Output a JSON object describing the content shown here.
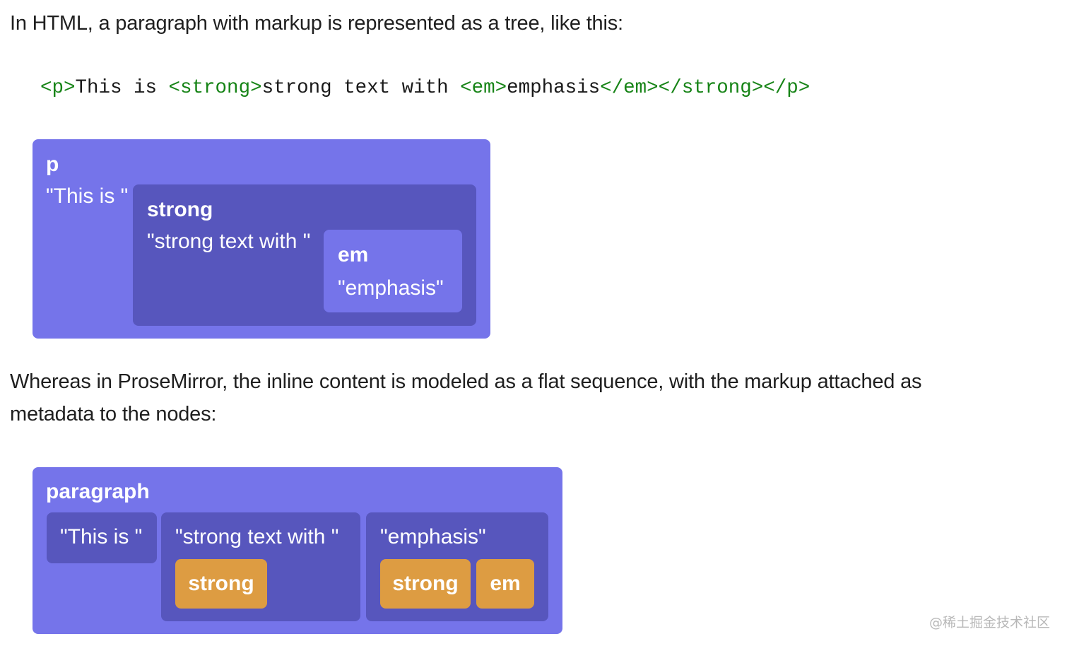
{
  "intro_text": "In HTML, a paragraph with markup is represented as a tree, like this:",
  "code_line": {
    "tag_p_open": "<p>",
    "text_1": "This is ",
    "tag_strong_open": "<strong>",
    "text_2": "strong text with ",
    "tag_em_open": "<em>",
    "text_3": "emphasis",
    "tag_close_all": "</em></strong></p>"
  },
  "tree_diagram": {
    "p_label": "p",
    "p_text": "\"This is \"",
    "strong_label": "strong",
    "strong_text": "\"strong text with \"",
    "em_label": "em",
    "em_text": "\"emphasis\""
  },
  "second_text": "Whereas in ProseMirror, the inline content is modeled as a flat sequence, with the markup attached as metadata to the nodes:",
  "flat_diagram": {
    "paragraph_label": "paragraph",
    "node_1_text": "\"This is \"",
    "node_2_text": "\"strong text with \"",
    "node_2_marks": [
      "strong"
    ],
    "node_3_text": "\"emphasis\"",
    "node_3_marks": [
      "strong",
      "em"
    ]
  },
  "watermark": "@稀土掘金技术社区",
  "colors": {
    "outer_box": "#7574ea",
    "inner_box": "#5756bd",
    "mark_box": "#dd9c42",
    "code_tag": "#178417"
  }
}
